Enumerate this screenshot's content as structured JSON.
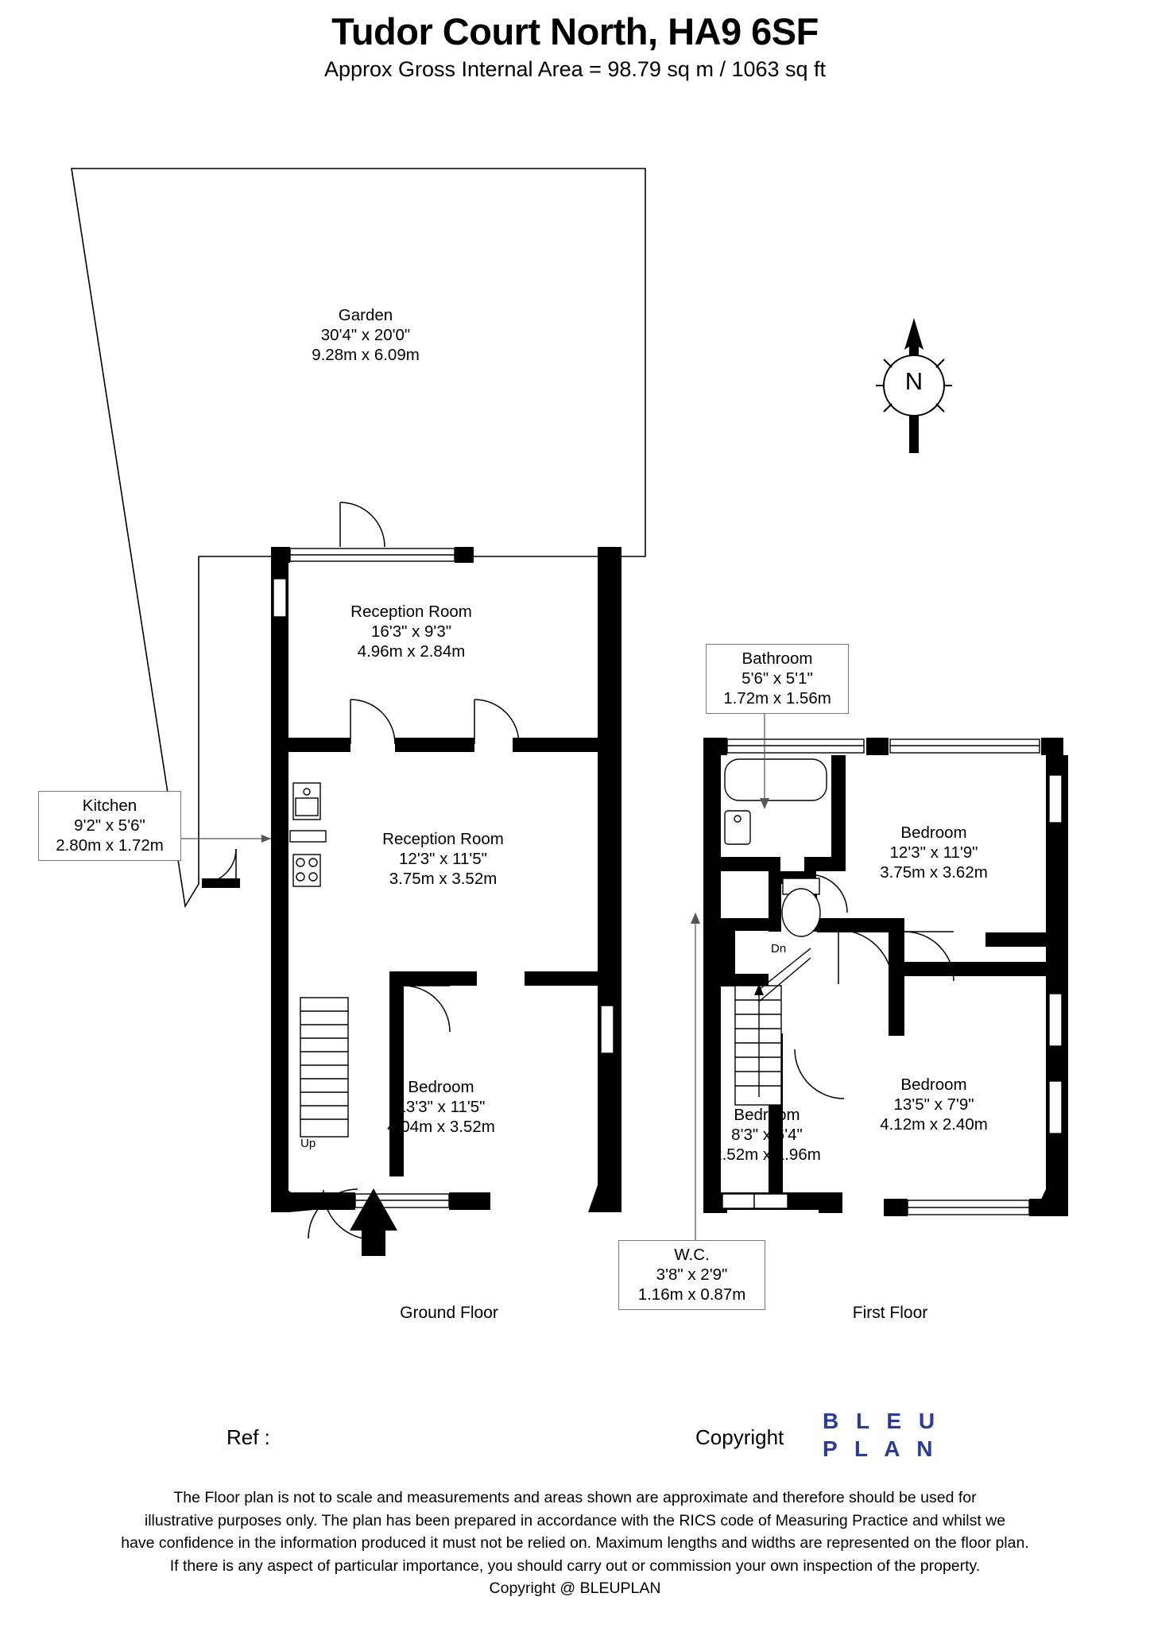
{
  "header": {
    "title": "Tudor Court North, HA9 6SF",
    "subtitle": "Approx Gross Internal Area = 98.79 sq m / 1063 sq ft"
  },
  "compass": {
    "label": "N",
    "icon": "north-arrow-icon"
  },
  "stairs": {
    "up_label": "Up",
    "down_label": "Dn"
  },
  "floors": [
    {
      "name": "Ground Floor"
    },
    {
      "name": "First Floor"
    }
  ],
  "rooms": {
    "garden": {
      "name": "Garden",
      "imperial": "30'4\" x 20'0\"",
      "metric": "9.28m x 6.09m"
    },
    "reception1": {
      "name": "Reception Room",
      "imperial": "16'3\" x 9'3\"",
      "metric": "4.96m x 2.84m"
    },
    "reception2": {
      "name": "Reception Room",
      "imperial": "12'3\" x 11'5\"",
      "metric": "3.75m x 3.52m"
    },
    "bedroom_gf": {
      "name": "Bedroom",
      "imperial": "13'3\" x 11'5\"",
      "metric": "4.04m x 3.52m"
    },
    "kitchen": {
      "name": "Kitchen",
      "imperial": "9'2\" x 5'6\"",
      "metric": "2.80m x 1.72m"
    },
    "bathroom": {
      "name": "Bathroom",
      "imperial": "5'6\" x 5'1\"",
      "metric": "1.72m x 1.56m"
    },
    "bedroom_ff1": {
      "name": "Bedroom",
      "imperial": "12'3\" x 11'9\"",
      "metric": "3.75m x 3.62m"
    },
    "bedroom_ff2": {
      "name": "Bedroom",
      "imperial": "13'5\" x 7'9\"",
      "metric": "4.12m x 2.40m"
    },
    "bedroom_ff3": {
      "name": "Bedroom",
      "imperial": "8'3\" x 6'4\"",
      "metric": "2.52m x 1.96m"
    },
    "wc": {
      "name": "W.C.",
      "imperial": "3'8\" x 2'9\"",
      "metric": "1.16m x 0.87m"
    }
  },
  "footer": {
    "ref_label": "Ref  :",
    "copyright_label": "Copyright",
    "logo_line1": "B L E U",
    "logo_line2": "P L A N",
    "logo_color": "#2b3b96",
    "disclaimer": [
      "The Floor plan is not to scale and measurements and areas shown are approximate and therefore should be used for",
      "illustrative purposes only. The plan has been prepared in accordance with the RICS code of Measuring Practice and whilst we",
      "have confidence in the information produced it must not be relied on. Maximum lengths and widths are represented on the floor plan.",
      "If there is any aspect of particular importance, you should carry out or commission your own inspection of the property."
    ],
    "copyright_line": "Copyright @ BLEUPLAN"
  }
}
